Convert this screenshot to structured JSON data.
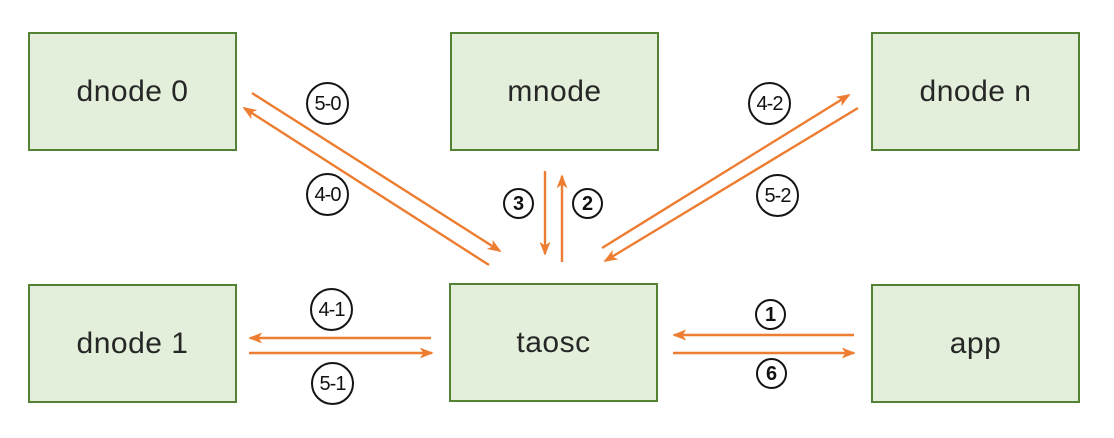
{
  "diagram": {
    "description": "Data flow diagram between taosc client, mnode, dnodes and app",
    "colors": {
      "node_fill": "#E3EFDA",
      "node_border": "#548235",
      "arrow": "#ED7D31",
      "label_circle_border": "#141414",
      "text": "#262626",
      "background": "#FFFFFF"
    },
    "nodes": [
      {
        "id": "dnode0",
        "label": "dnode 0"
      },
      {
        "id": "mnode",
        "label": "mnode"
      },
      {
        "id": "dnoden",
        "label": "dnode n"
      },
      {
        "id": "dnode1",
        "label": "dnode 1"
      },
      {
        "id": "taosc",
        "label": "taosc"
      },
      {
        "id": "app",
        "label": "app"
      }
    ],
    "edges": [
      {
        "label": "5-0",
        "from": "dnode 0",
        "to": "taosc",
        "style": "circled-text"
      },
      {
        "label": "4-0",
        "from": "taosc",
        "to": "dnode 0",
        "style": "circled-text"
      },
      {
        "label": "3",
        "from": "mnode",
        "to": "taosc",
        "style": "circled-digit"
      },
      {
        "label": "2",
        "from": "taosc",
        "to": "mnode",
        "style": "circled-digit"
      },
      {
        "label": "4-2",
        "from": "taosc",
        "to": "dnode n",
        "style": "circled-text"
      },
      {
        "label": "5-2",
        "from": "dnode n",
        "to": "taosc",
        "style": "circled-text"
      },
      {
        "label": "4-1",
        "from": "taosc",
        "to": "dnode 1",
        "style": "circled-text"
      },
      {
        "label": "5-1",
        "from": "dnode 1",
        "to": "taosc",
        "style": "circled-text"
      },
      {
        "label": "1",
        "from": "app",
        "to": "taosc",
        "style": "circled-digit"
      },
      {
        "label": "6",
        "from": "taosc",
        "to": "app",
        "style": "circled-digit"
      }
    ]
  }
}
